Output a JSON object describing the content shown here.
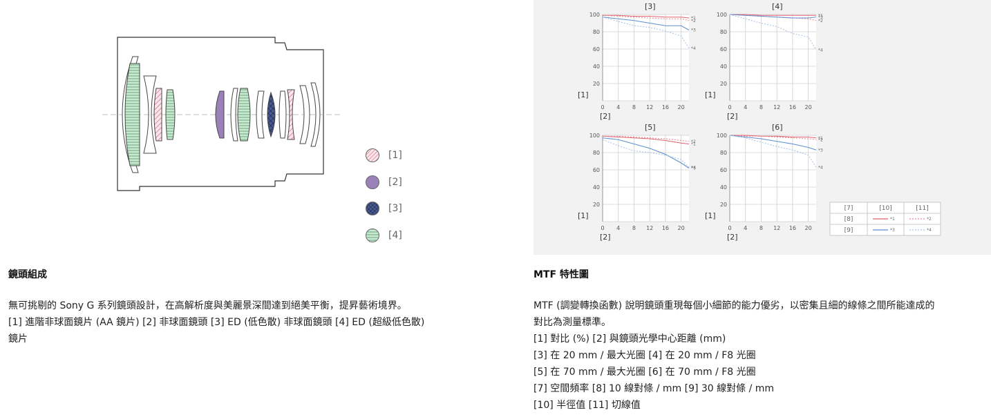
{
  "lens": {
    "title": "鏡頭組成",
    "desc1": "無可挑剔的 Sony G 系列鏡頭設計，在高解析度與美麗景深間達到絕美平衡，提昇藝術境界。",
    "desc2": "[1] 進階非球面鏡片 (AA 鏡片) [2] 非球面鏡頭 [3] ED (低色散) 非球面鏡頭 [4] ED (超級低色散)",
    "desc3": "鏡片",
    "legend": [
      {
        "label": "[1]",
        "icon": "pink-hatched-circle",
        "color": "#e89bb0"
      },
      {
        "label": "[2]",
        "icon": "purple-solid-circle",
        "color": "#9a82b8"
      },
      {
        "label": "[3]",
        "icon": "navy-crosshatched-circle",
        "color": "#2b3a6b"
      },
      {
        "label": "[4]",
        "icon": "green-striped-circle",
        "color": "#a7d6b4"
      }
    ]
  },
  "mtf": {
    "title": "MTF 特性圖",
    "desc": [
      "MTF (調變轉換函數) 說明鏡頭重現每個小細節的能力優劣，以密集且細的線條之間所能達成的",
      "對比為測量標準。",
      "[1] 對比 (%) [2] 與鏡頭光學中心距離 (mm)",
      "[3] 在 20 mm / 最大光圈 [4] 在 20 mm / F8 光圈",
      "[5] 在 70 mm / 最大光圈 [6] 在 70 mm / F8 光圈",
      "[7] 空間頻率 [8] 10 線對條 / mm [9] 30 線對條 / mm",
      "[10] 半徑值 [11] 切線值"
    ],
    "axis_y_label": "[1]",
    "axis_x_label": "[2]",
    "legend_table": {
      "header": [
        "[7]",
        "[10]",
        "[11]"
      ],
      "rows": [
        {
          "label": "[8]",
          "sagittal": "*1",
          "tangential": "*2"
        },
        {
          "label": "[9]",
          "sagittal": "*3",
          "tangential": "*4"
        }
      ]
    },
    "colors": {
      "r10": "#e0606e",
      "t10": "#e88a94",
      "r30": "#5b8fcf",
      "t30": "#a9c4e6"
    }
  },
  "chart_data": [
    {
      "type": "line",
      "title": "[3]",
      "xlabel": "[2]",
      "ylabel": "[1]",
      "x": [
        0,
        4,
        8,
        12,
        16,
        20,
        22
      ],
      "xlim": [
        0,
        22
      ],
      "ylim": [
        0,
        100
      ],
      "xticks": [
        0,
        4,
        8,
        12,
        16,
        20
      ],
      "yticks": [
        20,
        40,
        60,
        80,
        100
      ],
      "series": [
        {
          "name": "*1",
          "values": [
            99,
            99,
            98,
            98,
            97,
            97,
            96
          ]
        },
        {
          "name": "*2",
          "values": [
            99,
            98,
            97,
            96,
            95,
            95,
            93
          ]
        },
        {
          "name": "*3",
          "values": [
            97,
            95,
            93,
            90,
            87,
            87,
            82
          ]
        },
        {
          "name": "*4",
          "values": [
            97,
            92,
            87,
            85,
            81,
            75,
            61
          ]
        }
      ]
    },
    {
      "type": "line",
      "title": "[4]",
      "xlabel": "[2]",
      "ylabel": "[1]",
      "x": [
        0,
        4,
        8,
        12,
        16,
        20,
        22
      ],
      "xlim": [
        0,
        22
      ],
      "ylim": [
        0,
        100
      ],
      "xticks": [
        0,
        4,
        8,
        12,
        16,
        20
      ],
      "yticks": [
        20,
        40,
        60,
        80,
        100
      ],
      "series": [
        {
          "name": "*1",
          "values": [
            100,
            100,
            99,
            99,
            99,
            99,
            99
          ]
        },
        {
          "name": "*2",
          "values": [
            100,
            99,
            98,
            97,
            96,
            95,
            93
          ]
        },
        {
          "name": "*3",
          "values": [
            100,
            99,
            98,
            97,
            96,
            96,
            97
          ]
        },
        {
          "name": "*4",
          "values": [
            100,
            95,
            90,
            86,
            78,
            74,
            59
          ]
        }
      ]
    },
    {
      "type": "line",
      "title": "[5]",
      "xlabel": "[2]",
      "ylabel": "[1]",
      "x": [
        0,
        4,
        8,
        12,
        16,
        20,
        22
      ],
      "xlim": [
        0,
        22
      ],
      "ylim": [
        0,
        100
      ],
      "xticks": [
        0,
        4,
        8,
        12,
        16,
        20
      ],
      "yticks": [
        20,
        40,
        60,
        80,
        100
      ],
      "series": [
        {
          "name": "*1",
          "values": [
            99,
            98,
            97,
            96,
            94,
            91,
            90
          ]
        },
        {
          "name": "*2",
          "values": [
            99,
            99,
            98,
            97,
            96,
            94,
            93
          ]
        },
        {
          "name": "*3",
          "values": [
            97,
            95,
            90,
            85,
            78,
            68,
            62
          ]
        },
        {
          "name": "*4",
          "values": [
            95,
            88,
            82,
            80,
            77,
            72,
            63
          ]
        }
      ]
    },
    {
      "type": "line",
      "title": "[6]",
      "xlabel": "[2]",
      "ylabel": "[1]",
      "x": [
        0,
        4,
        8,
        12,
        16,
        20,
        22
      ],
      "xlim": [
        0,
        22
      ],
      "ylim": [
        0,
        100
      ],
      "xticks": [
        0,
        4,
        8,
        12,
        16,
        20
      ],
      "yticks": [
        20,
        40,
        60,
        80,
        100
      ],
      "series": [
        {
          "name": "*1",
          "values": [
            100,
            100,
            99,
            99,
            98,
            98,
            97
          ]
        },
        {
          "name": "*2",
          "values": [
            100,
            99,
            99,
            98,
            97,
            96,
            95
          ]
        },
        {
          "name": "*3",
          "values": [
            100,
            98,
            96,
            93,
            90,
            86,
            83
          ]
        },
        {
          "name": "*4",
          "values": [
            100,
            97,
            92,
            87,
            83,
            77,
            63
          ]
        }
      ]
    }
  ]
}
